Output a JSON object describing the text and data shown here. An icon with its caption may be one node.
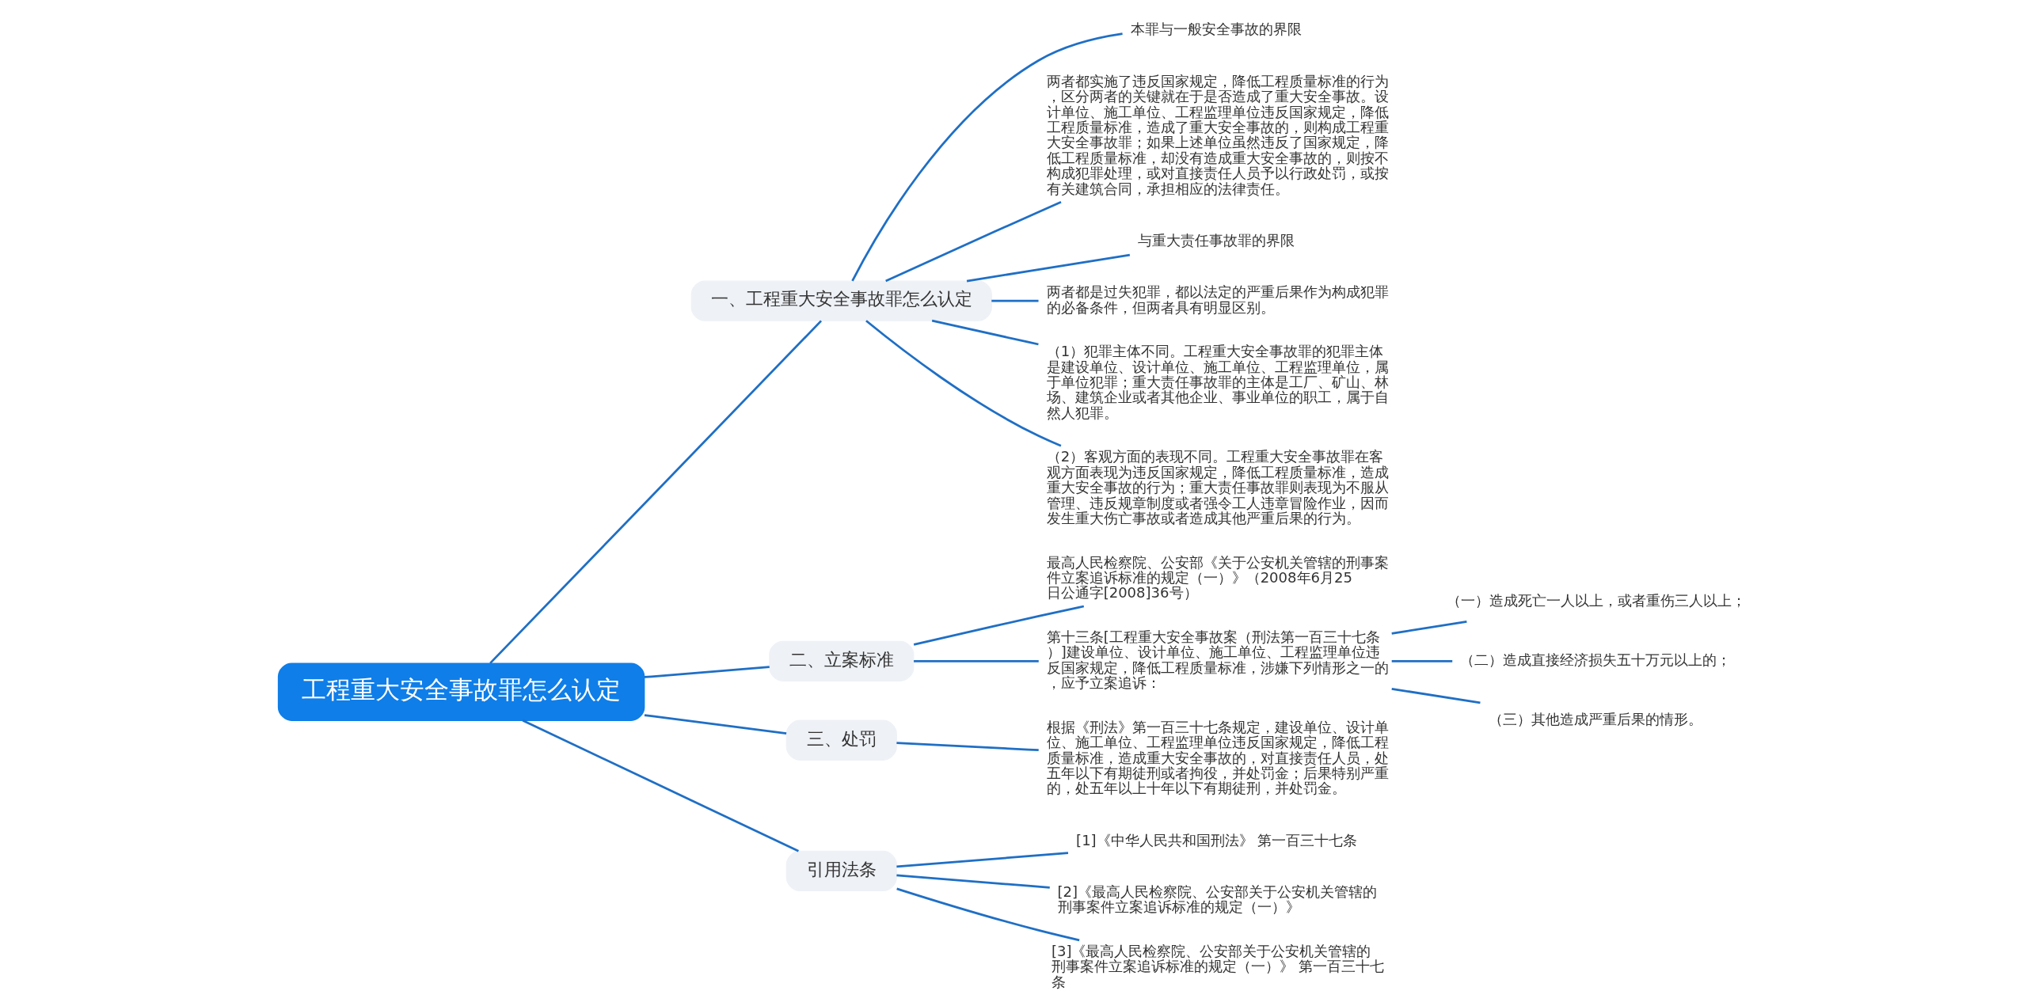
{
  "diagram": {
    "nodes": [
      {
        "text": [
          "工程重大安全事故罪怎么认定"
        ]
      },
      {
        "text": [
          "一、工程重大安全事故罪怎么认定"
        ]
      },
      {
        "text": [
          "本罪与一般安全事故的界限"
        ]
      },
      {
        "text": [
          "两者都实施了违反国家规定，降低工程质量标准的行为，区分两者的关键就在于是否造成了重大安全事故。设计单位、施工单位、工程监理单位违反国家规定，降低工程质量标准，造成了重大安全事故的，则构成工程重大安全事故罪；如果上述单位虽然违反了国家规定，降低工程质量标准，却没有造成重大安全事故的，则按不构成犯罪处理，或对直接责任人员予以行政处罚，或按有关建筑合同，承担相应的法律责任。"
        ]
      },
      {
        "text": [
          "与重大责任事故罪的界限"
        ]
      },
      {
        "text": [
          "两者都是过失犯罪，都以法定的严重后果作为构成犯罪的必备条件，但两者具有明显区别。"
        ]
      },
      {
        "text": [
          "（1）犯罪主体不同。工程重大安全事故罪的犯罪主体是建设单位、设计单位、施工单位、工程监理单位，属于单位犯罪；重大责任事故罪的主体是工厂、矿山、林场、建筑企业或者其他企业、事业单位的职工，属于自然人犯罪。"
        ]
      },
      {
        "text": [
          "（2）客观方面的表现不同。工程重大安全事故罪在客观方面表现为违反国家规定，降低工程质量标准，造成重大安全事故的行为；重大责任事故罪则表现为不服从管理、违反规章制度或者强令工人违章冒险作业，因而发生重大伤亡事故或者造成其他严重后果的行为。"
        ]
      },
      {
        "text": [
          "二、立案标准"
        ]
      },
      {
        "text": [
          "最高人民检察院、公安部《关于公安机关管辖的刑事案件立案追诉标准的规定（一）》（2008年6月25日公通字[2008]36号）"
        ]
      },
      {
        "text": [
          "第十三条[工程重大安全事故案（刑法第一百三十七条）]建设单位、设计单位、施工单位、工程监理单位违反国家规定，降低工程质量标准，涉嫌下列情形之一的，应予立案追诉："
        ]
      },
      {
        "text": [
          "（一）造成死亡一人以上，或者重伤三人以上；"
        ]
      },
      {
        "text": [
          "（二）造成直接经济损失五十万元以上的；"
        ]
      },
      {
        "text": [
          "（三）其他造成严重后果的情形。"
        ]
      },
      {
        "text": [
          "三、处罚"
        ]
      },
      {
        "text": [
          "根据《刑法》第一百三十七条规定，建设单位、设计单位、施工单位、工程监理单位违反国家规定，降低工程质量标准，造成重大安全事故的，对直接责任人员，处五年以下有期徒刑或者拘役，并处罚金；后果特别严重的，处五年以上十年以下有期徒刑，并处罚金。"
        ]
      },
      {
        "text": [
          "引用法条"
        ]
      },
      {
        "text": [
          "[1]《中华人民共和国刑法》 第一百三十七条"
        ]
      },
      {
        "text": [
          "[2]《最高人民检察院、公安部关于公安机关管辖的刑事案件立案追诉标准的规定（一）》"
        ]
      },
      {
        "text": [
          "[3]《最高人民检察院、公安部关于公安机关管辖的刑事案件立案追诉标准的规定（一）》 第一百三十七条"
        ]
      }
    ],
    "edges": [
      {
        "from": 0,
        "to": 1,
        "arrow": "none"
      },
      {
        "from": 1,
        "to": 2,
        "arrow": "none"
      },
      {
        "from": 1,
        "to": 3,
        "arrow": "none"
      },
      {
        "from": 1,
        "to": 4,
        "arrow": "none"
      },
      {
        "from": 1,
        "to": 5,
        "arrow": "none"
      },
      {
        "from": 1,
        "to": 6,
        "arrow": "none"
      },
      {
        "from": 1,
        "to": 7,
        "arrow": "none"
      },
      {
        "from": 0,
        "to": 8,
        "arrow": "none"
      },
      {
        "from": 8,
        "to": 9,
        "arrow": "none"
      },
      {
        "from": 8,
        "to": 10,
        "arrow": "none"
      },
      {
        "from": 10,
        "to": 11,
        "arrow": "none"
      },
      {
        "from": 10,
        "to": 12,
        "arrow": "none"
      },
      {
        "from": 10,
        "to": 13,
        "arrow": "none"
      },
      {
        "from": 0,
        "to": 14,
        "arrow": "none"
      },
      {
        "from": 14,
        "to": 15,
        "arrow": "none"
      },
      {
        "from": 0,
        "to": 16,
        "arrow": "none"
      },
      {
        "from": 16,
        "to": 17,
        "arrow": "none"
      },
      {
        "from": 16,
        "to": 18,
        "arrow": "none"
      },
      {
        "from": 16,
        "to": 19,
        "arrow": "none"
      }
    ]
  }
}
